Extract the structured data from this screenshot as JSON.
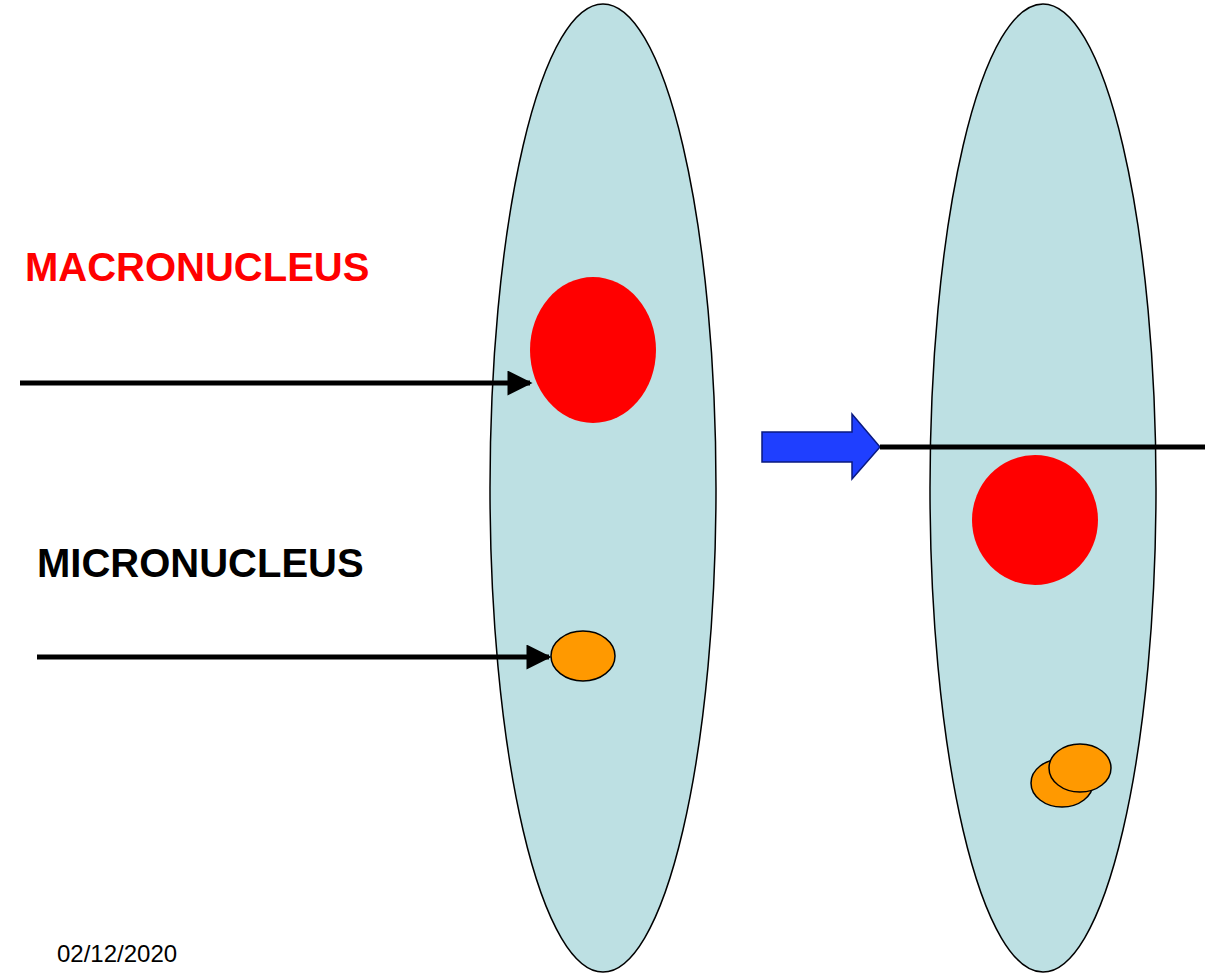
{
  "diagram": {
    "labels": [
      "MACRONUCLEUS",
      "MICRONUCLEUS",
      "02/12/2020"
    ]
  }
}
